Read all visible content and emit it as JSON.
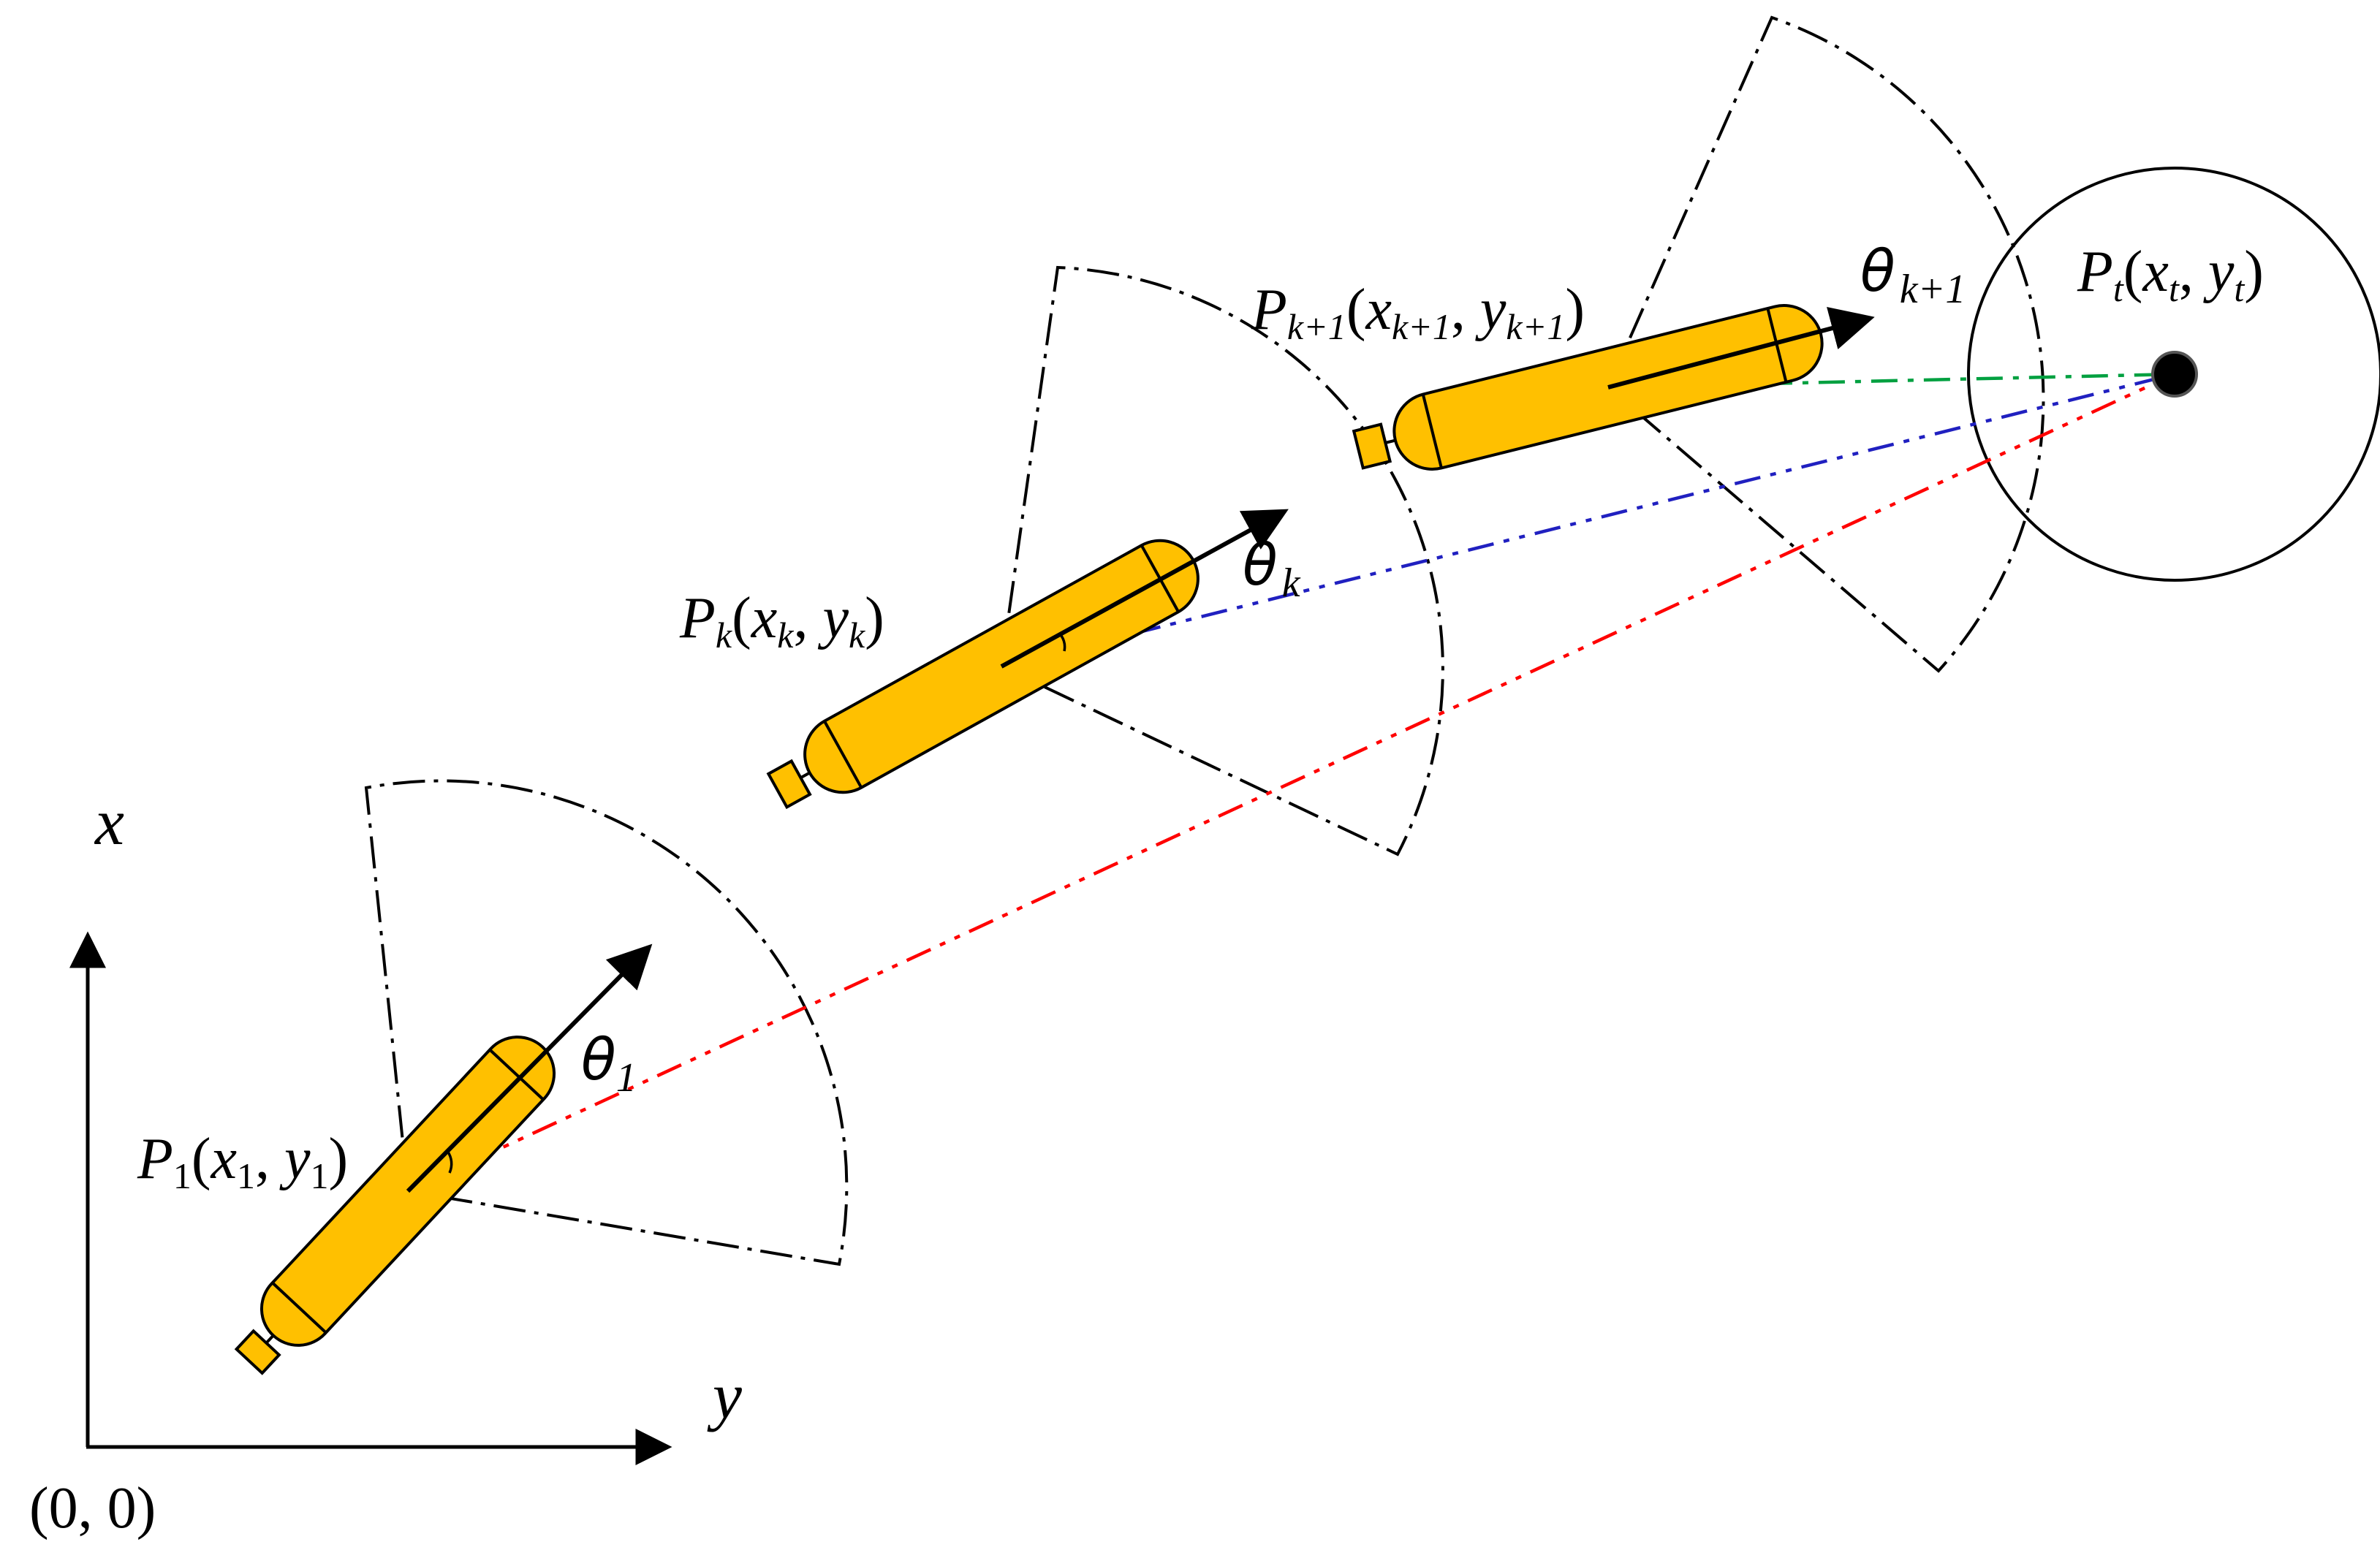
{
  "diagram": {
    "origin_label": "(0, 0)",
    "axes": {
      "x_label": "x",
      "y_label": "y"
    },
    "positions": [
      {
        "id": "p1",
        "P": "P",
        "sub": "1",
        "x": "x",
        "x_sub": "1",
        "y": "y",
        "y_sub": "1",
        "theta": "θ",
        "theta_sub": "1"
      },
      {
        "id": "pk",
        "P": "P",
        "sub": "k",
        "x": "x",
        "x_sub": "k",
        "y": "y",
        "y_sub": "k",
        "theta": "θ",
        "theta_sub": "k"
      },
      {
        "id": "pk1",
        "P": "P",
        "sub": "k+1",
        "x": "x",
        "x_sub": "k+1",
        "y": "y",
        "y_sub": "k+1",
        "theta": "θ",
        "theta_sub": "k+1"
      }
    ],
    "target": {
      "P": "P",
      "sub": "t",
      "x": "x",
      "x_sub": "t",
      "y": "y",
      "y_sub": "t"
    },
    "colors": {
      "vehicle_body": "#FFC000",
      "outline": "#000000",
      "target_dot": "#000000",
      "line_p1_to_target": "#FF0000",
      "line_pk_to_target": "#2020C0",
      "line_pk1_to_target": "#00A040"
    }
  }
}
